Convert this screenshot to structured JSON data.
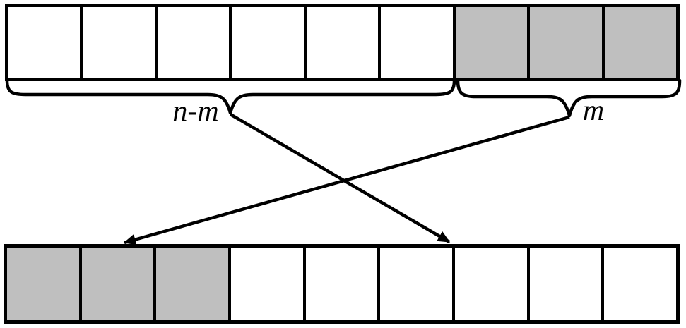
{
  "diagram": {
    "labels": {
      "left_segment": "n-m",
      "right_segment": "m"
    },
    "colors": {
      "shaded": "#bfbfbf",
      "unshaded": "#ffffff",
      "line": "#000000"
    },
    "top_array": {
      "cells": [
        "unshaded",
        "unshaded",
        "unshaded",
        "unshaded",
        "unshaded",
        "unshaded",
        "shaded",
        "shaded",
        "shaded"
      ]
    },
    "bottom_array": {
      "cells": [
        "shaded",
        "shaded",
        "shaded",
        "unshaded",
        "unshaded",
        "unshaded",
        "unshaded",
        "unshaded",
        "unshaded"
      ]
    }
  }
}
